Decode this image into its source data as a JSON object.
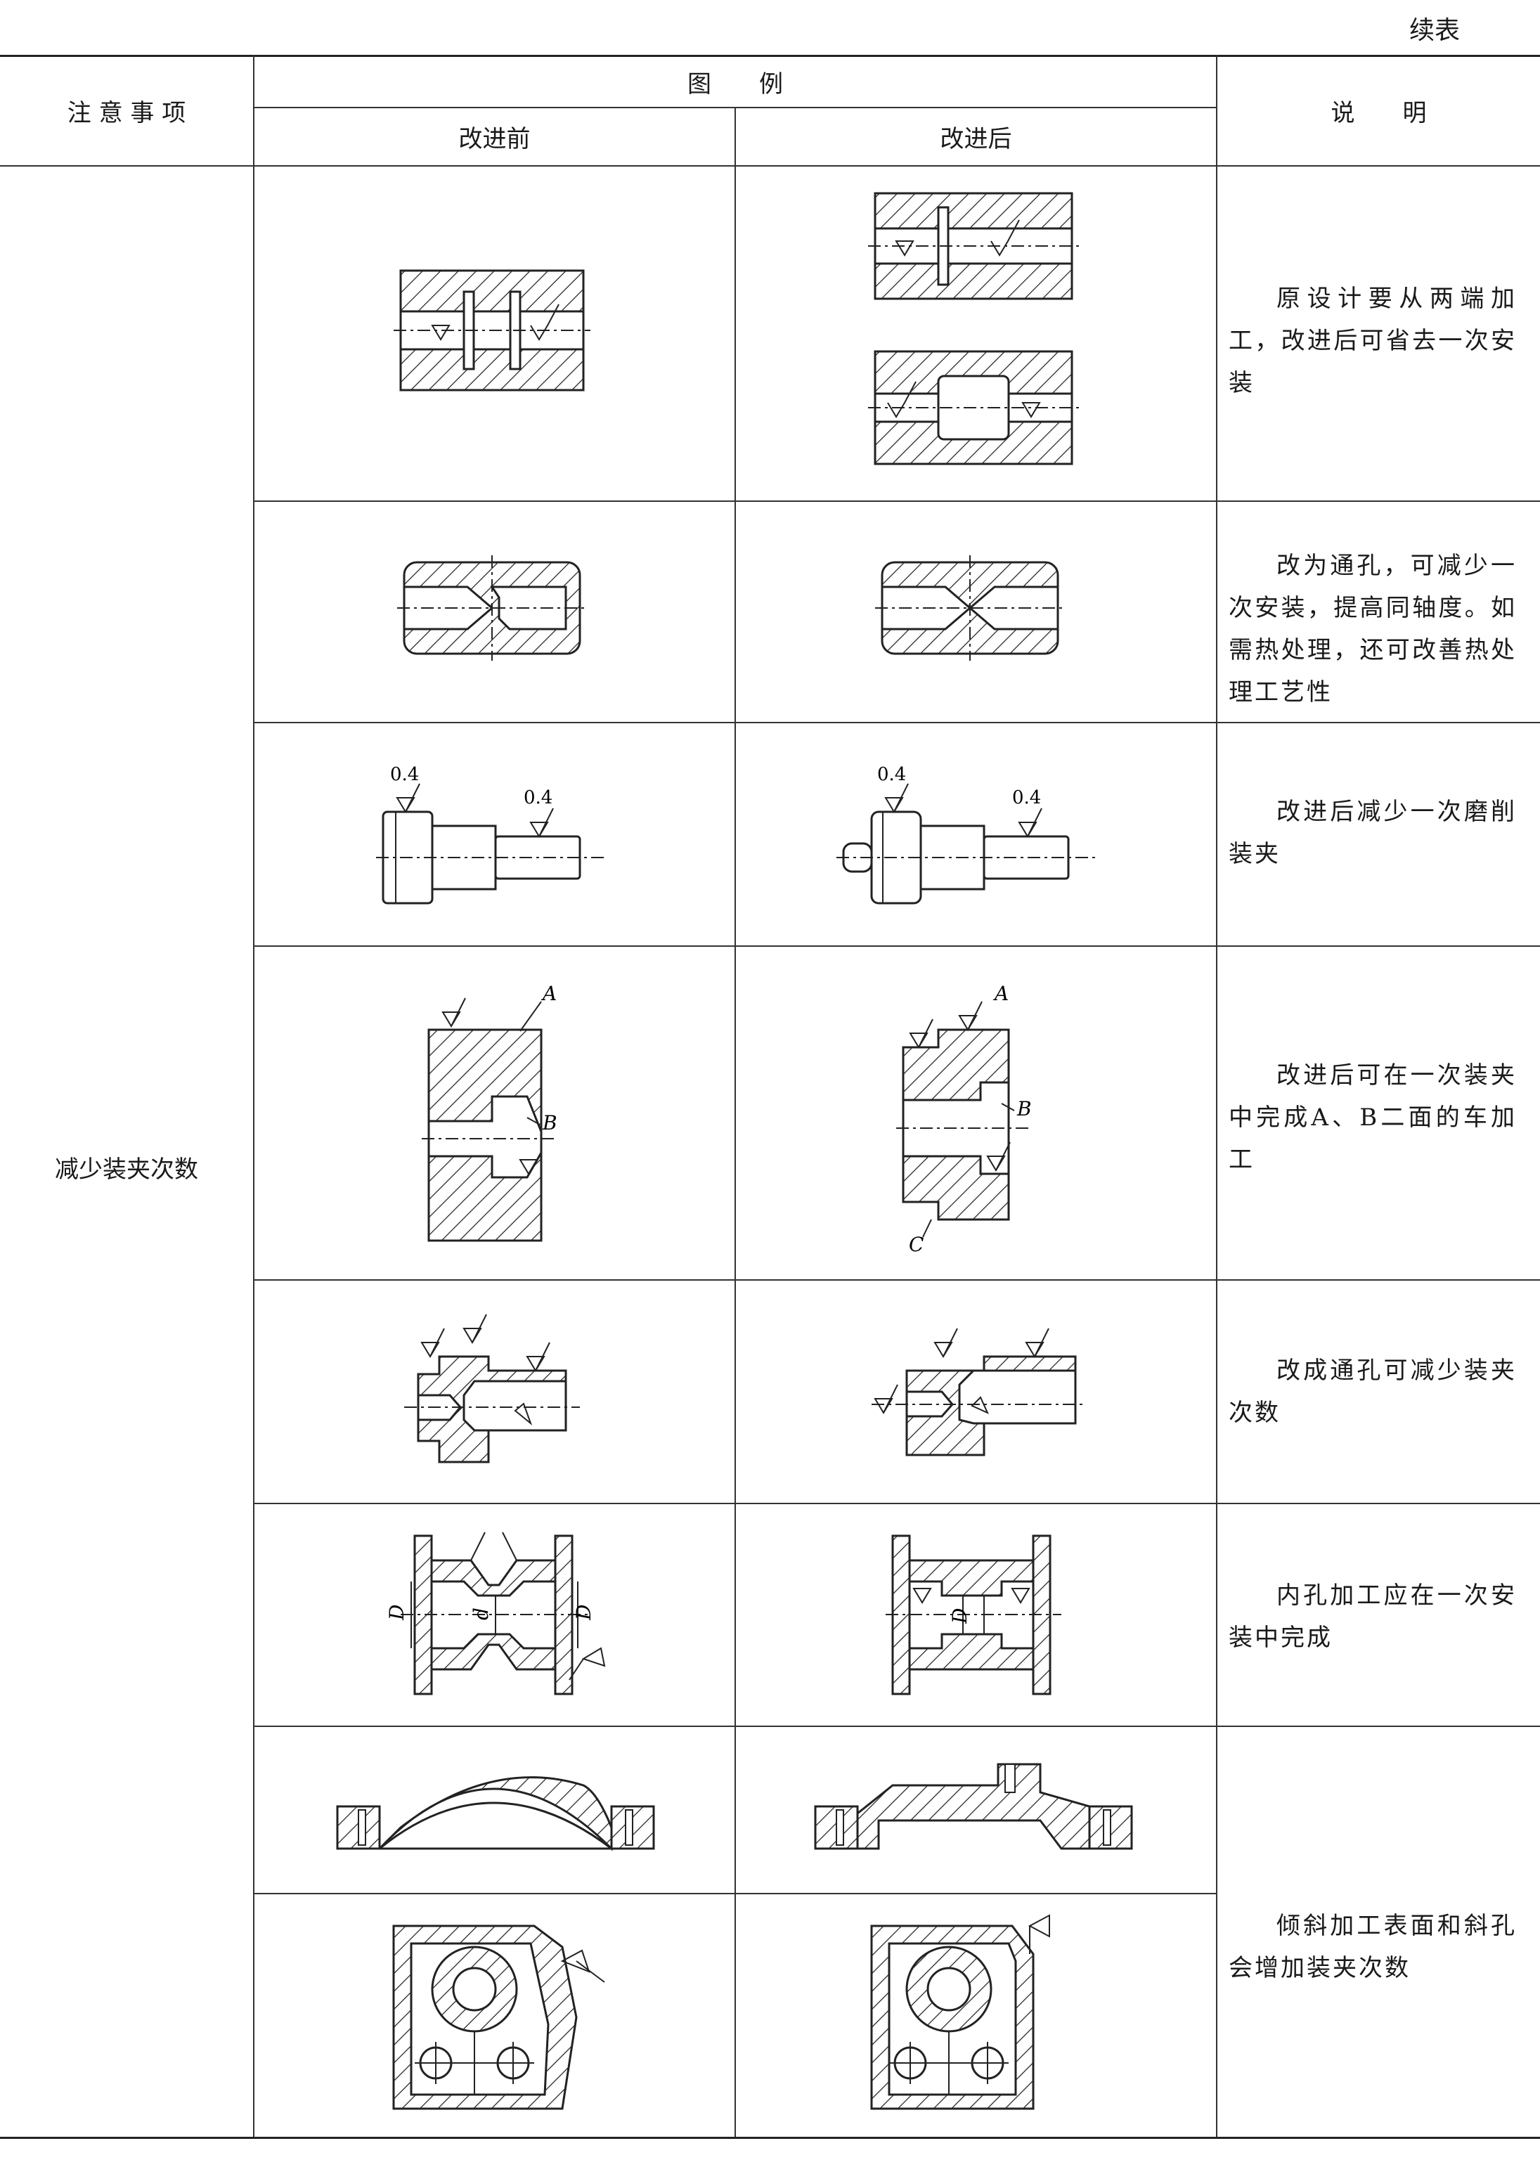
{
  "continued_label": "续表",
  "header": {
    "col_matters": "注 意 事 项",
    "col_illustration": "图　　例",
    "col_before": "改进前",
    "col_after": "改进后",
    "col_note": "说　　明"
  },
  "group_label": "减少装夹次数",
  "rows": [
    {
      "note": "原设计要从两端加工，改进后可省去一次安装"
    },
    {
      "note": "改为通孔，可减少一次安装，提高同轴度。如需热处理，还可改善热处理工艺性"
    },
    {
      "note": "改进后减少一次磨削装夹",
      "label_before_1": "0.4",
      "label_before_2": "0.4",
      "label_after_1": "0.4",
      "label_after_2": "0.4"
    },
    {
      "note": "改进后可在一次装夹中完成A、B二面的车加工",
      "label_a": "A",
      "label_b": "B",
      "label_c": "C"
    },
    {
      "note": "改成通孔可减少装夹次数"
    },
    {
      "note": "内孔加工应在一次安装中完成",
      "label_D": "D",
      "label_d": "d"
    },
    {
      "note": "倾斜加工表面和斜孔会增加装夹次数"
    }
  ]
}
